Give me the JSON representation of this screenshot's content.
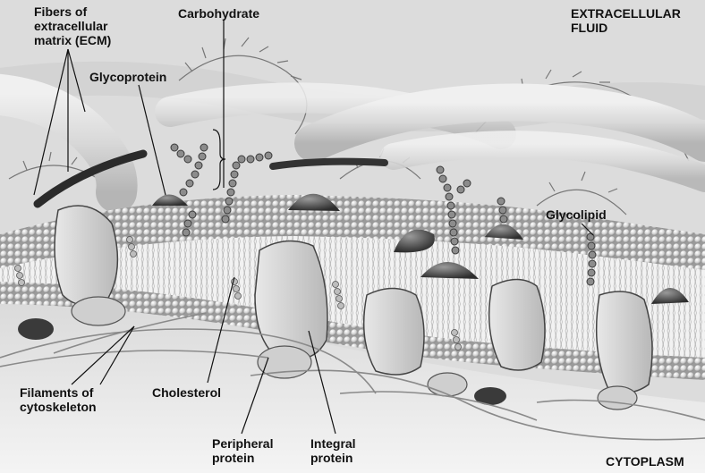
{
  "labels": {
    "ecm": "Fibers of\nextracellular\nmatrix (ECM)",
    "carbohydrate": "Carbohydrate",
    "extracellular_fluid": "EXTRACELLULAR\nFLUID",
    "glycoprotein": "Glycoprotein",
    "glycolipid": "Glycolipid",
    "filaments": "Filaments of\ncytoskeleton",
    "cholesterol": "Cholesterol",
    "peripheral": "Peripheral\nprotein",
    "integral": "Integral\nprotein",
    "cytoplasm": "CYTOPLASM"
  }
}
